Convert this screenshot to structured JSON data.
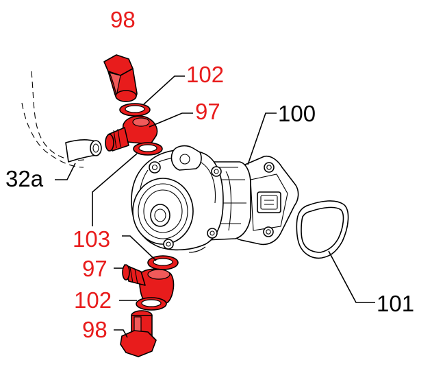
{
  "diagram": {
    "colors": {
      "highlight_parts": "#e81c1c",
      "highlight_labels": "#e81c1c",
      "other_labels": "#000000",
      "background": "#ffffff"
    },
    "callouts": {
      "c98_top": "98",
      "c102_top": "102",
      "c97_top": "97",
      "c100": "100",
      "c32a": "32a",
      "c103": "103",
      "c97_bottom": "97",
      "c102_bottom": "102",
      "c98_bottom": "98",
      "c101": "101"
    }
  }
}
